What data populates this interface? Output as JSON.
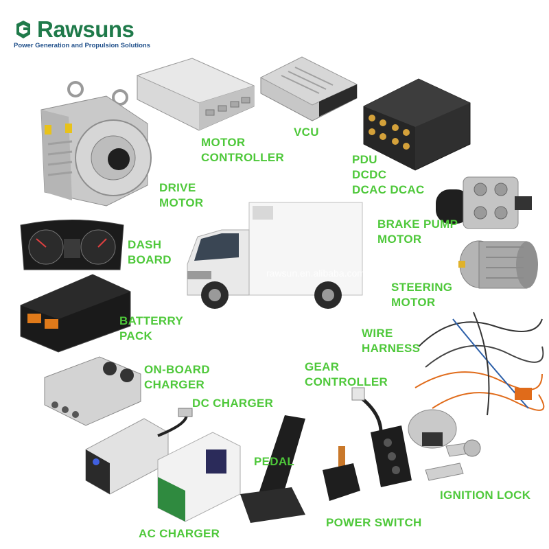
{
  "brand": {
    "name": "Rawsuns",
    "tagline": "Power Generation and Propulsion Solutions"
  },
  "watermark": "rawsun.en.alibaba.com",
  "labels": {
    "motor_controller": "MOTOR\nCONTROLLER",
    "vcu": "VCU",
    "pdu": "PDU\nDCDC\nDCAC DCAC",
    "drive_motor": "DRIVE\nMOTOR",
    "brake_pump_motor": "BRAKE PUMP\nMOTOR",
    "dash_board": "DASH\nBOARD",
    "steering_motor": "STEERING\nMOTOR",
    "battery_pack": "BATTERRY\nPACK",
    "wire_harness": "WIRE\nHARNESS",
    "on_board_charger": "ON-BOARD\nCHARGER",
    "gear_controller": "GEAR\nCONTROLLER",
    "dc_charger": "DC CHARGER",
    "pedal": "PEDAL",
    "ignition_lock": "IGNITION LOCK",
    "power_switch": "POWER SWITCH",
    "ac_charger": "AC CHARGER"
  },
  "colors": {
    "label_green": "#4ec83a",
    "brand_green": "#1f7a4a",
    "brand_blue": "#1f4f8a"
  }
}
